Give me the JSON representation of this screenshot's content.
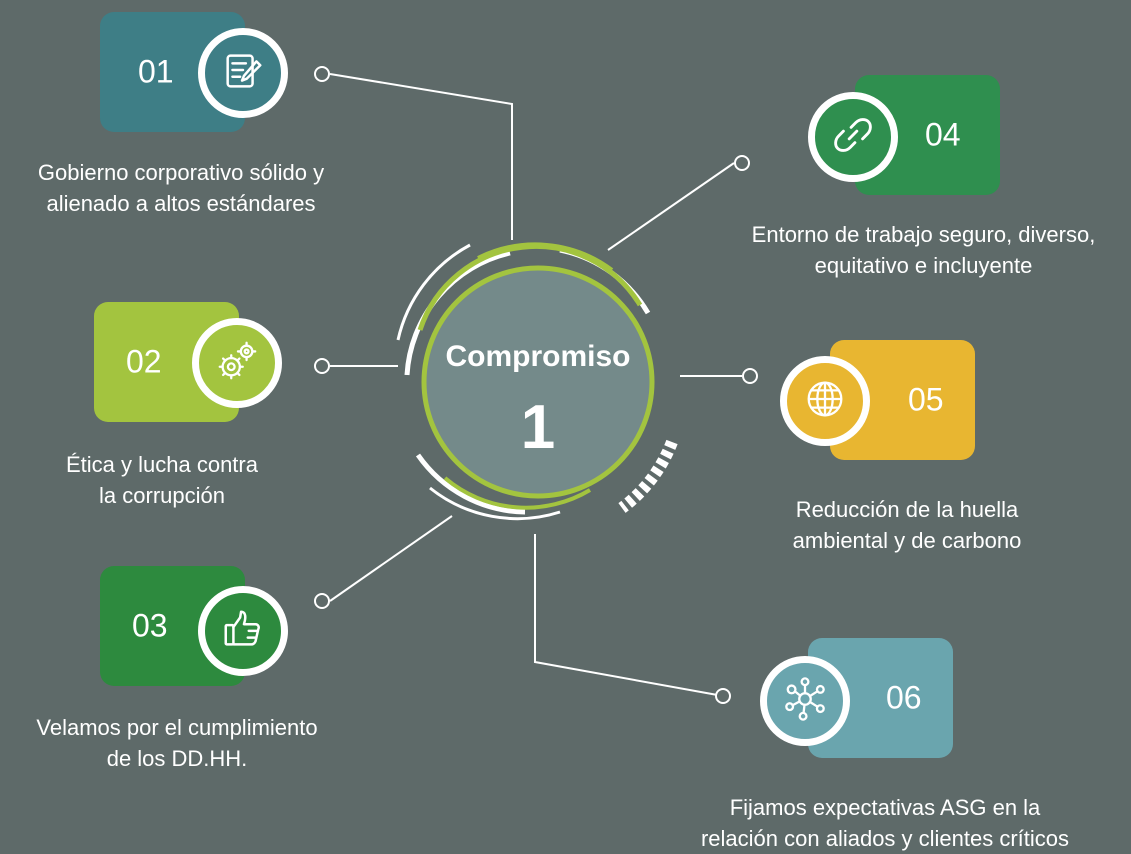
{
  "center": {
    "title": "Compromiso",
    "number": "1"
  },
  "items": [
    {
      "number": "01",
      "label_line1": "Gobierno corporativo sólido y",
      "label_line2": "alienado a altos estándares",
      "icon": "document-edit-icon",
      "color": "#3e7e86"
    },
    {
      "number": "02",
      "label_line1": "Ética y lucha contra",
      "label_line2": "la corrupción",
      "icon": "gears-icon",
      "color": "#a3c43f"
    },
    {
      "number": "03",
      "label_line1": "Velamos por el cumplimiento",
      "label_line2": "de los DD.HH.",
      "icon": "thumbs-up-icon",
      "color": "#2d8a3e"
    },
    {
      "number": "04",
      "label_line1": "Entorno de trabajo seguro, diverso,",
      "label_line2": "equitativo e incluyente",
      "icon": "link-icon",
      "color": "#2f8f4f"
    },
    {
      "number": "05",
      "label_line1": "Reducción de la huella",
      "label_line2": "ambiental y de carbono",
      "icon": "globe-icon",
      "color": "#e8b631"
    },
    {
      "number": "06",
      "label_line1": "Fijamos expectativas ASG en la",
      "label_line2": "relación con aliados y clientes críticos",
      "icon": "network-icon",
      "color": "#6aa5ae"
    }
  ]
}
